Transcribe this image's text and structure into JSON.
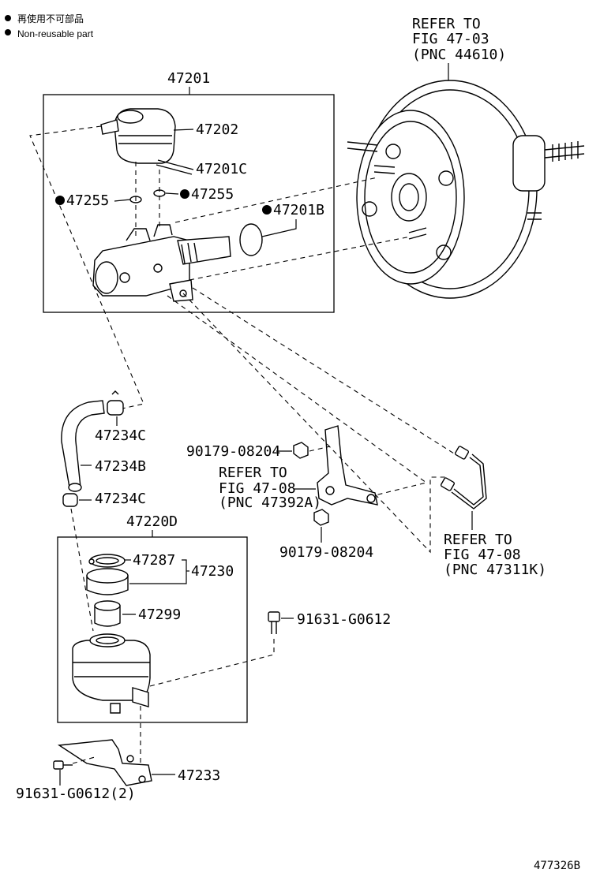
{
  "legend": {
    "jp": "再使用不可部品",
    "en": "Non-reusable part"
  },
  "labels": {
    "p47201": "47201",
    "p47202": "47202",
    "p47201C": "47201C",
    "p47255_left": "47255",
    "p47255_right": "47255",
    "p47201B": "47201B",
    "refer_booster": [
      "REFER TO",
      "FIG 47-03",
      "(PNC 44610)"
    ],
    "p47234C_top": "47234C",
    "p47234B": "47234B",
    "p47234C_bottom": "47234C",
    "p47220D": "47220D",
    "p47287": "47287",
    "p47230": "47230",
    "p47299": "47299",
    "p91631_right": "91631-G0612",
    "p90179_top": "90179-08204",
    "refer_bracket": [
      "REFER TO",
      "FIG 47-08",
      "(PNC 47392A)"
    ],
    "p90179_bottom": "90179-08204",
    "refer_tube": [
      "REFER TO",
      "FIG 47-08",
      "(PNC 47311K)"
    ],
    "p47233": "47233",
    "p91631_left": "91631-G0612(2)",
    "figure_id": "477326B"
  }
}
